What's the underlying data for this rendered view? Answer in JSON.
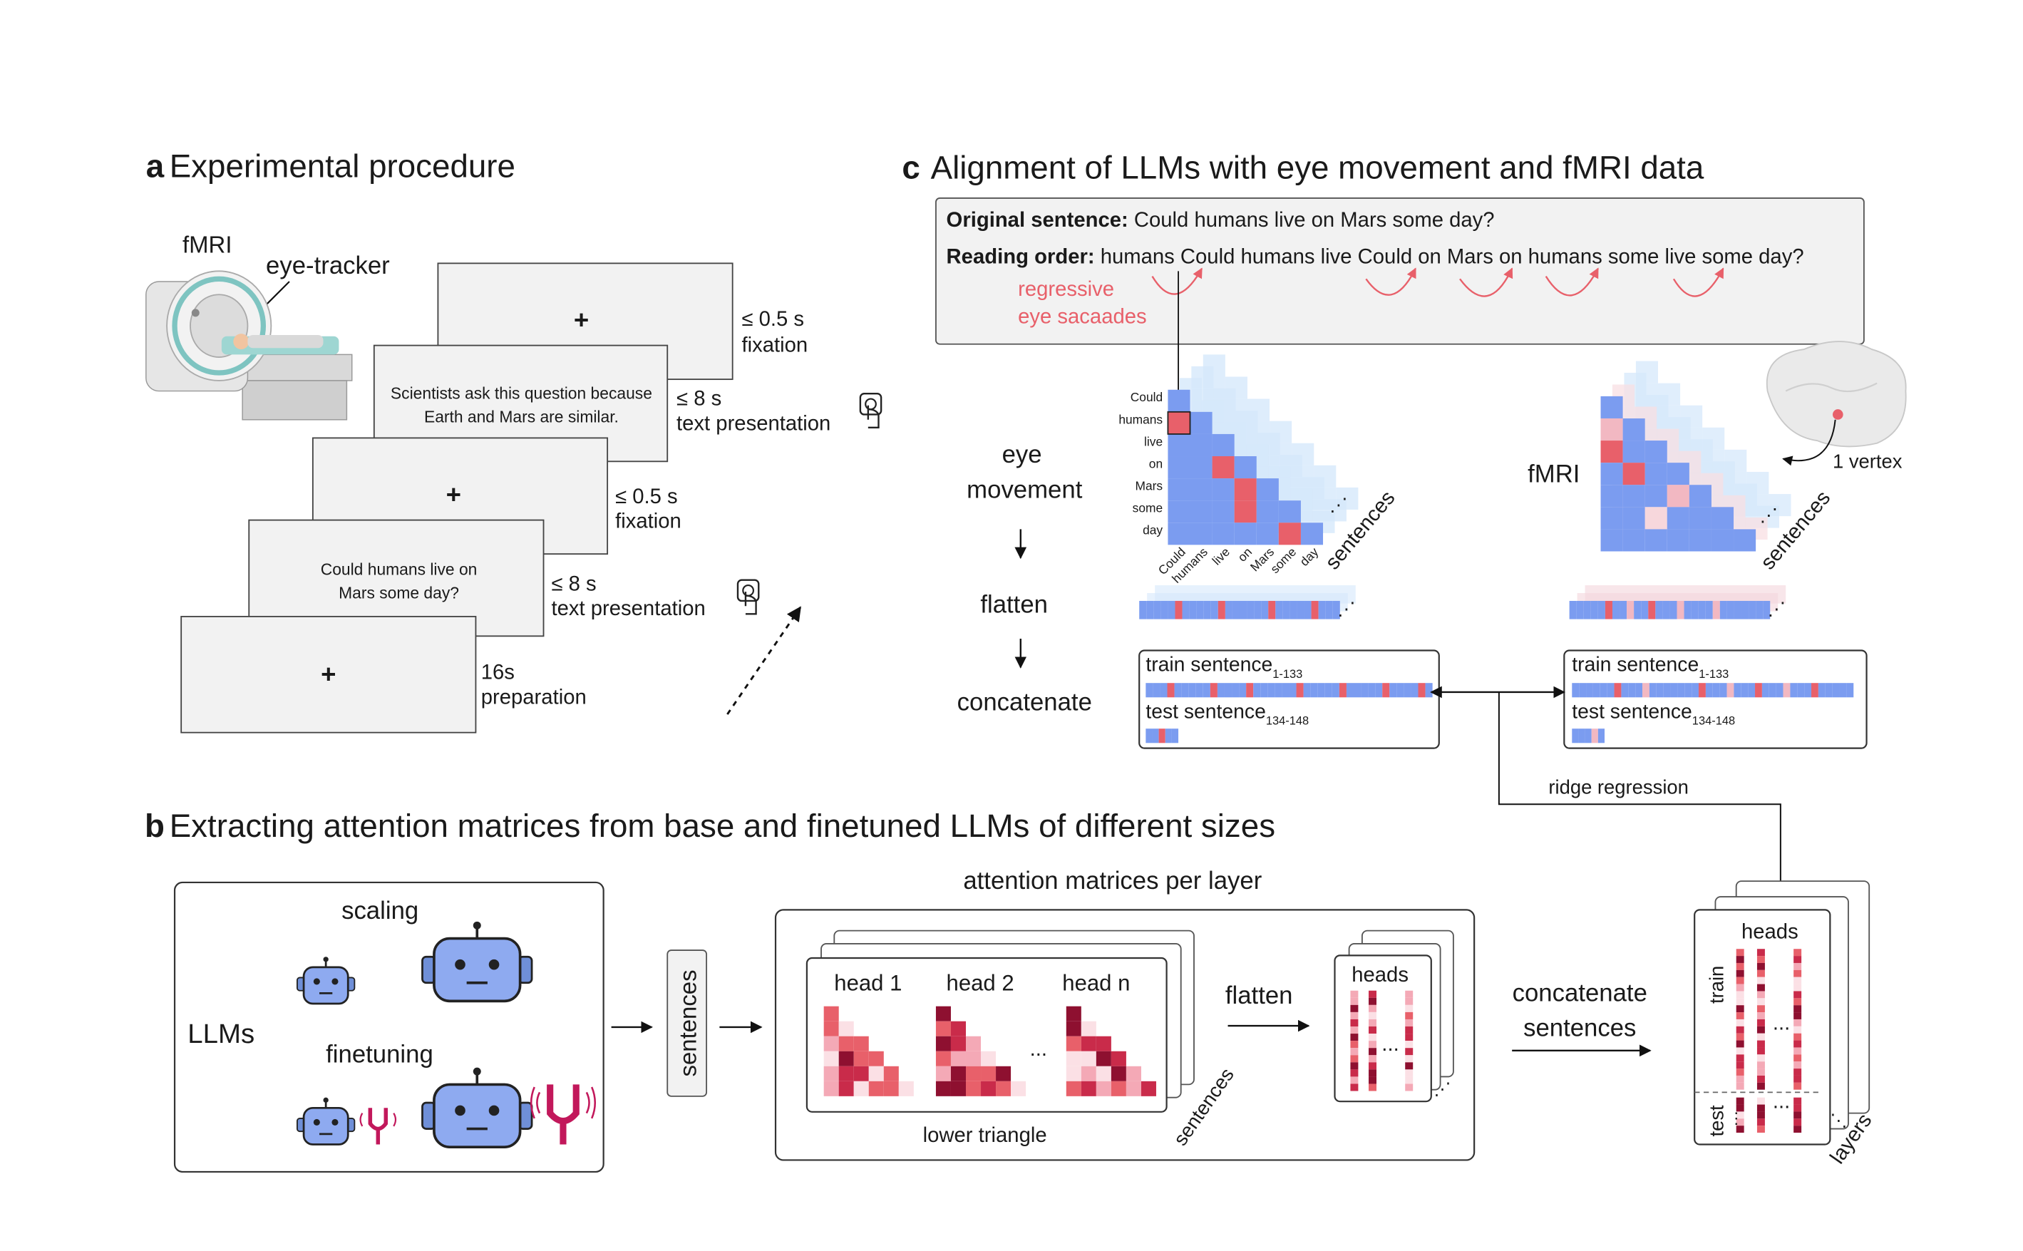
{
  "panel_a": {
    "letter": "a",
    "title": "Experimental procedure",
    "fmri_label": "fMRI",
    "eyetracker_label": "eye-tracker",
    "cards": [
      {
        "content": "+",
        "duration": "≤ 0.5 s",
        "label": "fixation"
      },
      {
        "content_line1": "Scientists ask this question because",
        "content_line2": "Earth and Mars are similar.",
        "duration": "≤ 8 s",
        "label": "text presentation"
      },
      {
        "content": "+",
        "duration": "≤ 0.5 s",
        "label": "fixation"
      },
      {
        "content_line1": "Could humans live on",
        "content_line2": "Mars some day?",
        "duration": "≤ 8 s",
        "label": "text presentation"
      },
      {
        "content": "+",
        "duration": "16s",
        "label": "preparation"
      }
    ]
  },
  "panel_b": {
    "letter": "b",
    "title": "Extracting attention matrices from base and finetuned LLMs of different sizes",
    "scaling_label": "scaling",
    "finetuning_label": "finetuning",
    "llms_label": "LLMs",
    "sentences_label": "sentences",
    "attention_label": "attention matrices per layer",
    "heads": [
      "head 1",
      "head 2",
      "head n"
    ],
    "ellipsis": "...",
    "lower_triangle_label": "lower triangle",
    "sentences_side_label": "sentences",
    "flatten_label": "flatten",
    "heads_label": "heads",
    "concat_line1": "concatenate",
    "concat_line2": "sentences",
    "train_label": "train",
    "test_label": "test",
    "layers_label": "layers"
  },
  "panel_c": {
    "letter": "c",
    "title": "Alignment of LLMs with eye movement and fMRI data",
    "original_key": "Original sentence:",
    "original_value": " Could humans live on Mars some day?",
    "reading_key": "Reading order:",
    "reading_value": " humans Could humans live Could on Mars on humans some live some day?",
    "regressive_line1": "regressive",
    "regressive_line2": "eye sacaades",
    "eye_line1": "eye",
    "eye_line2": "movement",
    "flatten_label": "flatten",
    "concatenate_label": "concatenate",
    "fmri_label": "fMRI",
    "vertex_label": "1 vertex",
    "words": [
      "Could",
      "humans",
      "live",
      "on",
      "Mars",
      "some",
      "day"
    ],
    "sentences_label": "sentences",
    "train_label": "train sentence",
    "train_sub": "1-133",
    "test_label": "test sentence",
    "test_sub": "134-148",
    "ridge_label": "ridge regression"
  },
  "colors": {
    "blue": "#7b9cf0",
    "light_blue": "#d6e8fb",
    "red": "#e8606a",
    "pink": "#f2b8c2",
    "dark_red": "#b2183b"
  }
}
